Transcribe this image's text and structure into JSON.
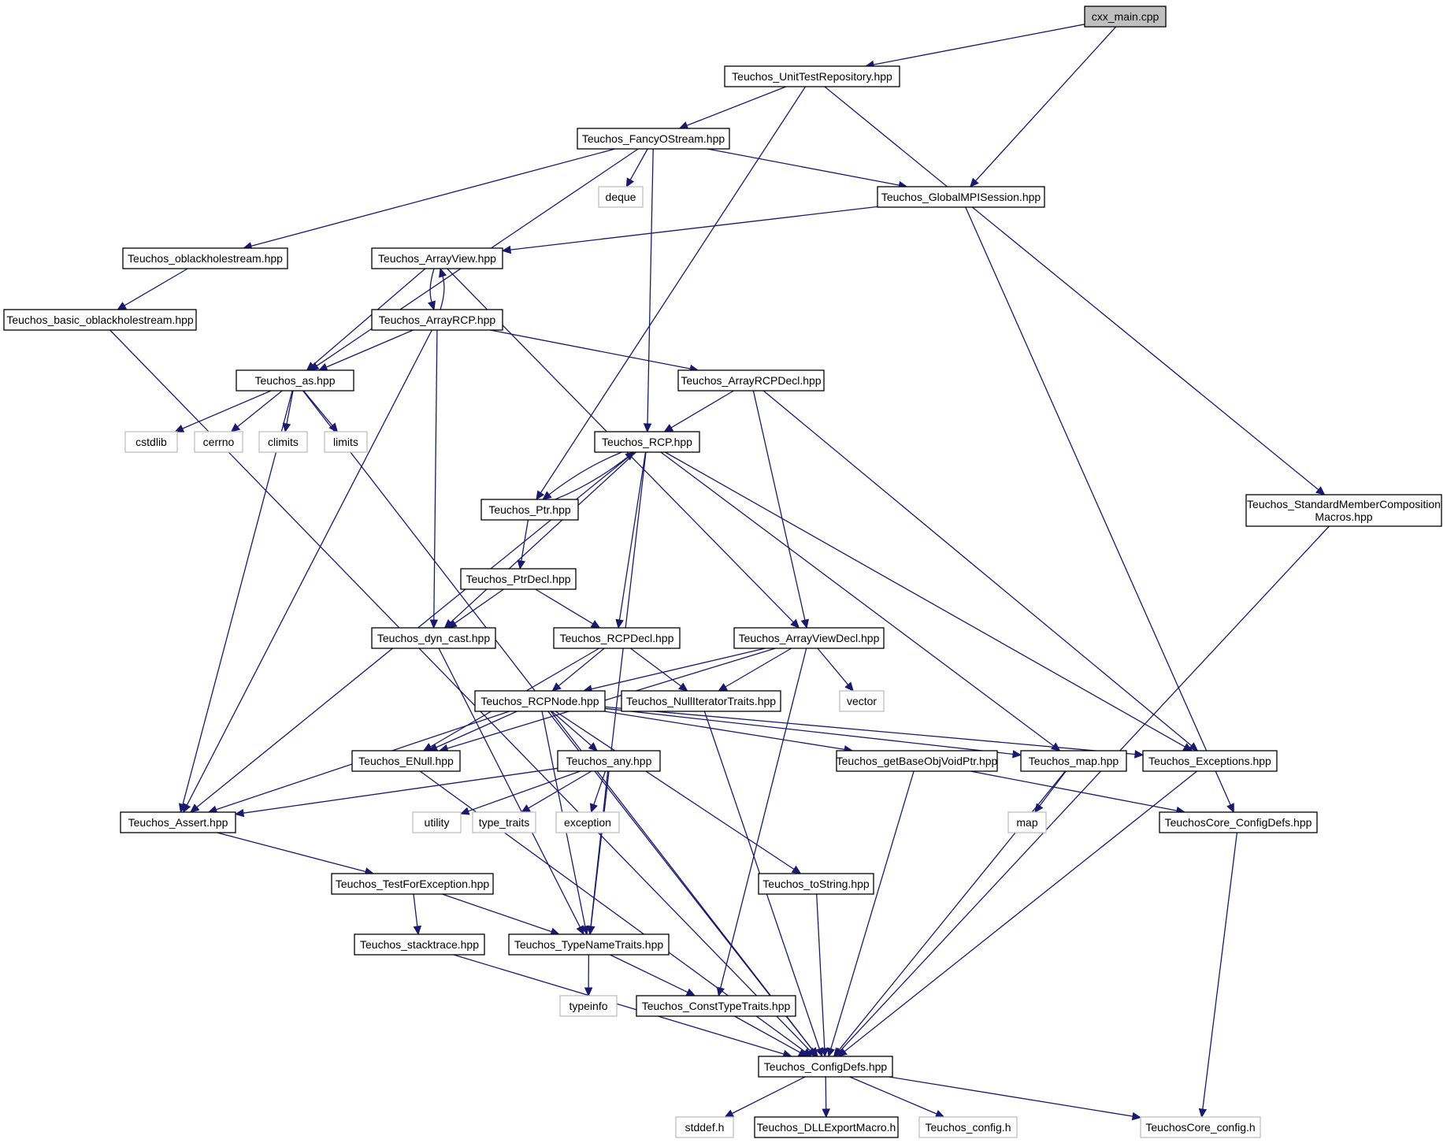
{
  "colors": {
    "edge": "#191970",
    "local_border": "#000000",
    "system_border": "#bfbfbf",
    "root_fill": "#bfbfbf"
  },
  "nodes": [
    {
      "id": "cxx_main",
      "lines": [
        "cxx_main.cpp"
      ],
      "kind": "root"
    },
    {
      "id": "unittestrepo",
      "lines": [
        "Teuchos_UnitTestRepository.hpp"
      ],
      "kind": "local"
    },
    {
      "id": "fancyostream",
      "lines": [
        "Teuchos_FancyOStream.hpp"
      ],
      "kind": "local"
    },
    {
      "id": "globalmpisession",
      "lines": [
        "Teuchos_GlobalMPISession.hpp"
      ],
      "kind": "local"
    },
    {
      "id": "deque",
      "lines": [
        "deque"
      ],
      "kind": "system"
    },
    {
      "id": "oblackholestream",
      "lines": [
        "Teuchos_oblackholestream.hpp"
      ],
      "kind": "local"
    },
    {
      "id": "basic_oblackholestream",
      "lines": [
        "Teuchos_basic_oblackholestream.hpp"
      ],
      "kind": "local"
    },
    {
      "id": "arrayview",
      "lines": [
        "Teuchos_ArrayView.hpp"
      ],
      "kind": "local"
    },
    {
      "id": "arrayrcp",
      "lines": [
        "Teuchos_ArrayRCP.hpp"
      ],
      "kind": "local"
    },
    {
      "id": "as",
      "lines": [
        "Teuchos_as.hpp"
      ],
      "kind": "local"
    },
    {
      "id": "arrayrcpdecl",
      "lines": [
        "Teuchos_ArrayRCPDecl.hpp"
      ],
      "kind": "local"
    },
    {
      "id": "cstdlib",
      "lines": [
        "cstdlib"
      ],
      "kind": "system"
    },
    {
      "id": "cerrno",
      "lines": [
        "cerrno"
      ],
      "kind": "system"
    },
    {
      "id": "climits",
      "lines": [
        "climits"
      ],
      "kind": "system"
    },
    {
      "id": "limits",
      "lines": [
        "limits"
      ],
      "kind": "system"
    },
    {
      "id": "rcp",
      "lines": [
        "Teuchos_RCP.hpp"
      ],
      "kind": "local"
    },
    {
      "id": "ptr",
      "lines": [
        "Teuchos_Ptr.hpp"
      ],
      "kind": "local"
    },
    {
      "id": "stdmembercomp",
      "lines": [
        "Teuchos_StandardMemberComposition",
        "Macros.hpp"
      ],
      "kind": "local"
    },
    {
      "id": "ptrdecl",
      "lines": [
        "Teuchos_PtrDecl.hpp"
      ],
      "kind": "local"
    },
    {
      "id": "dyncast",
      "lines": [
        "Teuchos_dyn_cast.hpp"
      ],
      "kind": "local"
    },
    {
      "id": "rcpdecl",
      "lines": [
        "Teuchos_RCPDecl.hpp"
      ],
      "kind": "local"
    },
    {
      "id": "arrayviewdecl",
      "lines": [
        "Teuchos_ArrayViewDecl.hpp"
      ],
      "kind": "local"
    },
    {
      "id": "rcpnode",
      "lines": [
        "Teuchos_RCPNode.hpp"
      ],
      "kind": "local"
    },
    {
      "id": "nulliterator",
      "lines": [
        "Teuchos_NullIteratorTraits.hpp"
      ],
      "kind": "local"
    },
    {
      "id": "vector",
      "lines": [
        "vector"
      ],
      "kind": "system"
    },
    {
      "id": "enull",
      "lines": [
        "Teuchos_ENull.hpp"
      ],
      "kind": "local"
    },
    {
      "id": "any",
      "lines": [
        "Teuchos_any.hpp"
      ],
      "kind": "local"
    },
    {
      "id": "getbaseobj",
      "lines": [
        "Teuchos_getBaseObjVoidPtr.hpp"
      ],
      "kind": "local"
    },
    {
      "id": "map_hpp",
      "lines": [
        "Teuchos_map.hpp"
      ],
      "kind": "local"
    },
    {
      "id": "exceptions",
      "lines": [
        "Teuchos_Exceptions.hpp"
      ],
      "kind": "local"
    },
    {
      "id": "assert",
      "lines": [
        "Teuchos_Assert.hpp"
      ],
      "kind": "local"
    },
    {
      "id": "utility",
      "lines": [
        "utility"
      ],
      "kind": "system"
    },
    {
      "id": "type_traits",
      "lines": [
        "type_traits"
      ],
      "kind": "system"
    },
    {
      "id": "exception",
      "lines": [
        "exception"
      ],
      "kind": "system"
    },
    {
      "id": "map",
      "lines": [
        "map"
      ],
      "kind": "system"
    },
    {
      "id": "coreconfigdefs",
      "lines": [
        "TeuchosCore_ConfigDefs.hpp"
      ],
      "kind": "local"
    },
    {
      "id": "testforexception",
      "lines": [
        "Teuchos_TestForException.hpp"
      ],
      "kind": "local"
    },
    {
      "id": "tostring",
      "lines": [
        "Teuchos_toString.hpp"
      ],
      "kind": "local"
    },
    {
      "id": "stacktrace",
      "lines": [
        "Teuchos_stacktrace.hpp"
      ],
      "kind": "local"
    },
    {
      "id": "typenametraits",
      "lines": [
        "Teuchos_TypeNameTraits.hpp"
      ],
      "kind": "local"
    },
    {
      "id": "typeinfo",
      "lines": [
        "typeinfo"
      ],
      "kind": "system"
    },
    {
      "id": "consttypetraits",
      "lines": [
        "Teuchos_ConstTypeTraits.hpp"
      ],
      "kind": "local"
    },
    {
      "id": "configdefs",
      "lines": [
        "Teuchos_ConfigDefs.hpp"
      ],
      "kind": "local"
    },
    {
      "id": "stddef",
      "lines": [
        "stddef.h"
      ],
      "kind": "system"
    },
    {
      "id": "dllexport",
      "lines": [
        "Teuchos_DLLExportMacro.h"
      ],
      "kind": "local"
    },
    {
      "id": "config_h",
      "lines": [
        "Teuchos_config.h"
      ],
      "kind": "system"
    },
    {
      "id": "coreconfig_h",
      "lines": [
        "TeuchosCore_config.h"
      ],
      "kind": "system"
    }
  ],
  "edges": [
    [
      "cxx_main",
      "unittestrepo"
    ],
    [
      "cxx_main",
      "globalmpisession"
    ],
    [
      "unittestrepo",
      "fancyostream"
    ],
    [
      "unittestrepo",
      "ptr"
    ],
    [
      "unittestrepo",
      "stdmembercomp"
    ],
    [
      "fancyostream",
      "deque"
    ],
    [
      "fancyostream",
      "globalmpisession"
    ],
    [
      "fancyostream",
      "oblackholestream"
    ],
    [
      "fancyostream",
      "as"
    ],
    [
      "fancyostream",
      "rcp"
    ],
    [
      "globalmpisession",
      "arrayview"
    ],
    [
      "globalmpisession",
      "coreconfigdefs"
    ],
    [
      "oblackholestream",
      "basic_oblackholestream"
    ],
    [
      "basic_oblackholestream",
      "configdefs"
    ],
    [
      "arrayview",
      "arrayrcp"
    ],
    [
      "arrayrcp",
      "arrayview"
    ],
    [
      "arrayview",
      "as"
    ],
    [
      "arrayview",
      "arrayviewdecl"
    ],
    [
      "arrayrcp",
      "as"
    ],
    [
      "arrayrcp",
      "arrayrcpdecl"
    ],
    [
      "arrayrcp",
      "dyncast"
    ],
    [
      "arrayrcp",
      "assert"
    ],
    [
      "as",
      "cstdlib"
    ],
    [
      "as",
      "cerrno"
    ],
    [
      "as",
      "climits"
    ],
    [
      "as",
      "limits"
    ],
    [
      "as",
      "assert"
    ],
    [
      "as",
      "configdefs"
    ],
    [
      "arrayrcpdecl",
      "rcp"
    ],
    [
      "arrayrcpdecl",
      "arrayviewdecl"
    ],
    [
      "arrayrcpdecl",
      "exceptions"
    ],
    [
      "rcp",
      "ptr"
    ],
    [
      "ptr",
      "rcp"
    ],
    [
      "rcp",
      "dyncast"
    ],
    [
      "rcp",
      "rcpdecl"
    ],
    [
      "rcp",
      "assert"
    ],
    [
      "rcp",
      "map_hpp"
    ],
    [
      "rcp",
      "exceptions"
    ],
    [
      "rcp",
      "typenametraits"
    ],
    [
      "ptr",
      "ptrdecl"
    ],
    [
      "ptrdecl",
      "dyncast"
    ],
    [
      "ptrdecl",
      "rcpdecl"
    ],
    [
      "dyncast",
      "typenametraits"
    ],
    [
      "rcpdecl",
      "rcpnode"
    ],
    [
      "rcpdecl",
      "nulliterator"
    ],
    [
      "rcpdecl",
      "enull"
    ],
    [
      "arrayviewdecl",
      "rcpnode"
    ],
    [
      "arrayviewdecl",
      "nulliterator"
    ],
    [
      "arrayviewdecl",
      "vector"
    ],
    [
      "arrayviewdecl",
      "enull"
    ],
    [
      "arrayviewdecl",
      "consttypetraits"
    ],
    [
      "rcpnode",
      "enull"
    ],
    [
      "rcpnode",
      "any"
    ],
    [
      "rcpnode",
      "assert"
    ],
    [
      "rcpnode",
      "getbaseobj"
    ],
    [
      "rcpnode",
      "map_hpp"
    ],
    [
      "rcpnode",
      "exceptions"
    ],
    [
      "rcpnode",
      "tostring"
    ],
    [
      "rcpnode",
      "typenametraits"
    ],
    [
      "rcpnode",
      "configdefs"
    ],
    [
      "nulliterator",
      "configdefs"
    ],
    [
      "enull",
      "configdefs"
    ],
    [
      "any",
      "utility"
    ],
    [
      "any",
      "type_traits"
    ],
    [
      "any",
      "exception"
    ],
    [
      "any",
      "assert"
    ],
    [
      "any",
      "typenametraits"
    ],
    [
      "getbaseobj",
      "coreconfigdefs"
    ],
    [
      "getbaseobj",
      "configdefs"
    ],
    [
      "map_hpp",
      "map"
    ],
    [
      "map_hpp",
      "configdefs"
    ],
    [
      "exceptions",
      "configdefs"
    ],
    [
      "stdmembercomp",
      "configdefs"
    ],
    [
      "coreconfigdefs",
      "coreconfig_h"
    ],
    [
      "assert",
      "testforexception"
    ],
    [
      "testforexception",
      "stacktrace"
    ],
    [
      "testforexception",
      "typenametraits"
    ],
    [
      "tostring",
      "configdefs"
    ],
    [
      "stacktrace",
      "configdefs"
    ],
    [
      "typenametraits",
      "typeinfo"
    ],
    [
      "typenametraits",
      "consttypetraits"
    ],
    [
      "consttypetraits",
      "configdefs"
    ],
    [
      "configdefs",
      "stddef"
    ],
    [
      "configdefs",
      "dllexport"
    ],
    [
      "configdefs",
      "config_h"
    ],
    [
      "configdefs",
      "coreconfig_h"
    ]
  ]
}
